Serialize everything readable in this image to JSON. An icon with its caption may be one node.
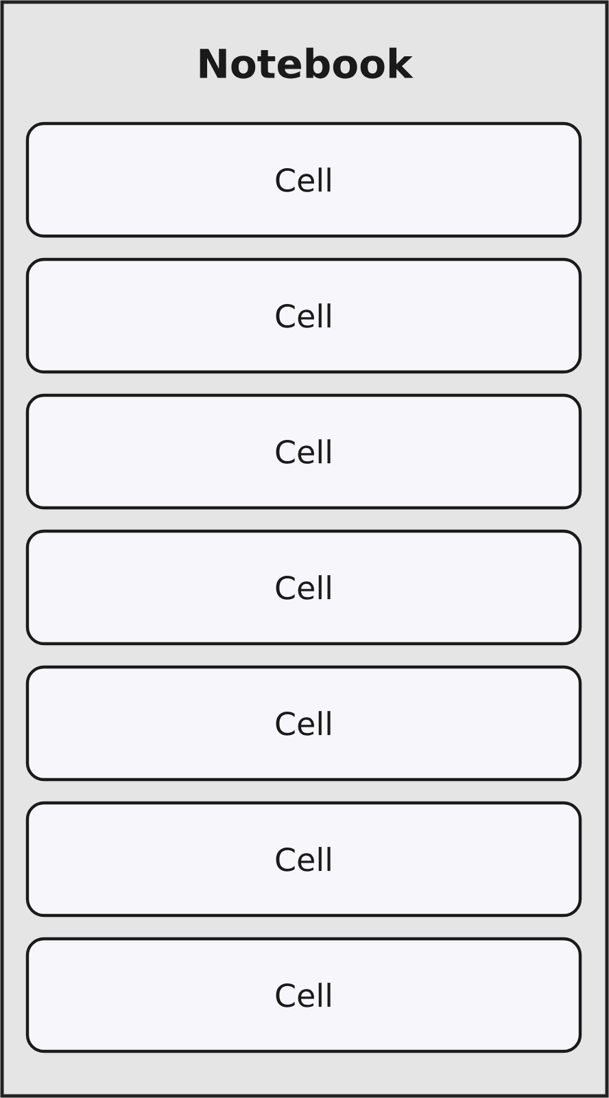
{
  "diagram": {
    "nodes": [
      {
        "text": [
          "Notebook"
        ]
      },
      {
        "text": [
          "Cell"
        ],
        "in": 0
      },
      {
        "text": [
          "Cell"
        ],
        "in": 0
      },
      {
        "text": [
          "Cell"
        ],
        "in": 0
      },
      {
        "text": [
          "Cell"
        ],
        "in": 0
      },
      {
        "text": [
          "Cell"
        ],
        "in": 0
      },
      {
        "text": [
          "Cell"
        ],
        "in": 0
      },
      {
        "text": [
          "Cell"
        ],
        "in": 0
      }
    ]
  }
}
